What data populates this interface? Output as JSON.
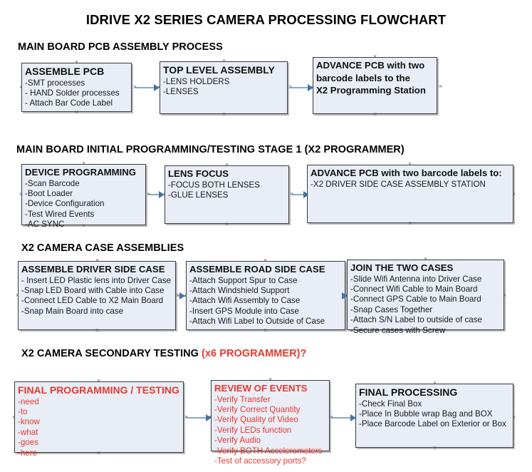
{
  "document": {
    "title": "IDRIVE X2  SERIES CAMERA PROCESSING FLOWCHART"
  },
  "sections": [
    {
      "heading": "MAIN BOARD PCB ASSEMBLY PROCESS",
      "accent": ""
    },
    {
      "heading": "MAIN BOARD INITIAL PROGRAMMING/TESTING STAGE 1 (X2 PROGRAMMER)",
      "accent": ""
    },
    {
      "heading": "X2 CAMERA CASE ASSEMBLIES",
      "accent": ""
    },
    {
      "heading": "X2 CAMERA SECONDARY TESTING ",
      "accent": "(x6 PROGRAMMER)?"
    }
  ],
  "boxes": {
    "assemble_pcb": {
      "title": "ASSEMBLE PCB",
      "lines": [
        " -SMT processes",
        "- HAND Solder processes",
        "- Attach Bar Code Label"
      ]
    },
    "top_level_assembly": {
      "title": "TOP LEVEL ASSEMBLY",
      "lines": [
        "-LENS HOLDERS",
        "-LENSES"
      ]
    },
    "advance_pcb_station": {
      "title_lines": [
        "ADVANCE PCB with two",
        "barcode labels to the",
        " X2 Programming Station"
      ]
    },
    "device_programming": {
      "title": "DEVICE PROGRAMMING",
      "lines": [
        "-Scan Barcode",
        "-Boot Loader",
        "-Device Configuration",
        "-Test Wired Events",
        "-AC SYNC"
      ]
    },
    "lens_focus": {
      "title": "LENS FOCUS",
      "lines": [
        "-FOCUS BOTH LENSES",
        "-GLUE LENSES"
      ]
    },
    "advance_pcb_driver_side": {
      "title": "ADVANCE PCB with two barcode labels to:",
      "lines": [
        "-X2 DRIVER  SIDE  CASE  ASSEMBLY STATION"
      ]
    },
    "assemble_driver_side_case": {
      "title": "ASSEMBLE DRIVER SIDE CASE",
      "lines": [
        "- Insert LED Plastic lens into Driver Case",
        "-Snap LED Board with Cable into Case",
        "-Connect LED Cable to X2 Main Board",
        "-Snap Main Board into case"
      ]
    },
    "assemble_road_side_case": {
      "title": "ASSEMBLE ROAD SIDE CASE",
      "lines": [
        "-Attach Support Spur to Case",
        "-Attach Windshield Support",
        "-Attach Wifi Assembly to Case",
        "-Insert GPS Module into Case",
        "-Attach Wifi Label to Outside of Case"
      ]
    },
    "join_the_two_cases": {
      "title": "JOIN THE TWO CASES",
      "lines": [
        "-Slide Wifi Antenna into Driver Case",
        "-Connect Wifi Cable to Main Board",
        "-Connect GPS Cable to Main Board",
        "-Snap Cases Together",
        "-Attach S/N Label to outside of case",
        "-Secure cases with Screw"
      ]
    },
    "final_programming_testing": {
      "title": "FINAL PROGRAMMING / TESTING",
      "lines": [
        "-need",
        "-to",
        "-know",
        "-what",
        "-goes",
        "-here"
      ]
    },
    "review_of_events": {
      "title": "REVIEW OF EVENTS",
      "lines": [
        "-Verify Transfer",
        "-Verify Correct Quantity",
        "-Verify Quality of Video",
        "-Verify LEDs function",
        "-Verify Audio",
        "-Verify BOTH Accelerometers",
        "-Test of accessory ports?"
      ]
    },
    "final_processing": {
      "title": "FINAL PROCESSING",
      "lines": [
        " -Check Final Box",
        "-Place In Bubble wrap Bag and BOX",
        "-Place Barcode Label on Exterior or Box"
      ]
    }
  },
  "colors": {
    "box_fill": "#e8edf6",
    "box_border": "#3a3a3a",
    "connector": "#8ba7c4",
    "arrowhead": "#4472a8",
    "accent_red": "#e8392f",
    "text": "#111111"
  }
}
